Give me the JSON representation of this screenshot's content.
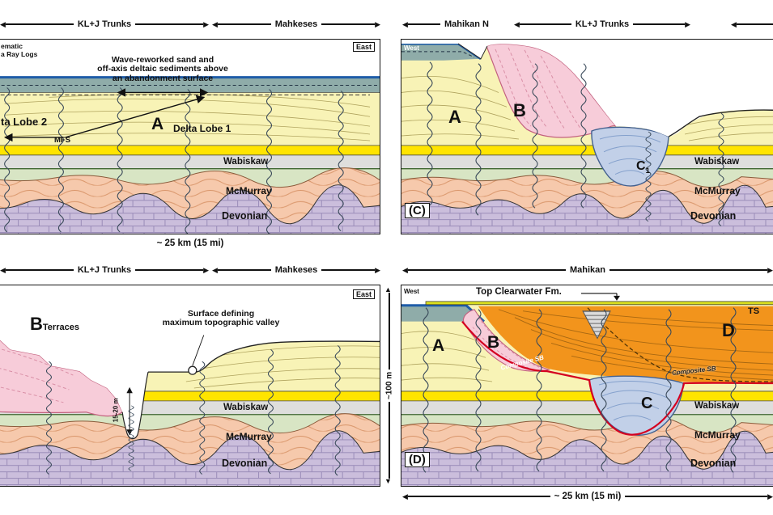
{
  "shared": {
    "east": "East",
    "west": "West",
    "scale_km": "~ 25 km (15 mi)",
    "kl_j_trunks": "KL+J Trunks",
    "mahkeses": "Mahkeses"
  },
  "layers": {
    "wabiskaw": "Wabiskaw",
    "mcmurray": "McMurray",
    "devonian": "Devonian"
  },
  "panel_a": {
    "gamma_line1": "ematic",
    "gamma_line2": "a Ray Logs",
    "wave_note": "Wave-reworked sand and\noff-axis deltaic sediments above\nan abandonment surface",
    "delta_lobe2": "ta Lobe 2",
    "unit_a": "A",
    "delta_lobe1": "Delta Lobe 1",
    "mfs": "MFS"
  },
  "panel_c": {
    "mahikan_n": "Mahikan N",
    "unit_a": "A",
    "unit_b": "B",
    "unit_c": "C",
    "unit_c_sub": "1",
    "tag": "(C)"
  },
  "panel_b": {
    "unit_b": "B",
    "terraces": "Terraces",
    "valley_note": "Surface defining\nmaximum topographic valley",
    "depth_label": "15-20 m"
  },
  "panel_d": {
    "mahikan": "Mahikan",
    "top_clearwater": "Top Clearwater Fm.",
    "ts_label": "TS",
    "unit_a": "A",
    "unit_b": "B",
    "unit_c": "C",
    "unit_d": "D",
    "composite_sb_left": "Composite SB",
    "composite_sb_right": "Composite SB",
    "tag": "(D)",
    "vertical_scale": "~100 m"
  },
  "colors": {
    "delta_yellow": "#F8F3B6",
    "bright_yellow": "#FFE400",
    "wabiskaw_gray": "#DEDEDC",
    "green_band": "#D8E5C4",
    "mcmurray_salmon": "#F6C9AC",
    "devonian_purple": "#CBBEDC",
    "channel_pink": "#F7CCD9",
    "channel_blue": "#C2D0E8",
    "unit_d_orange": "#F2941C",
    "teal_band": "#8FACA9",
    "water_blue": "#1E5CA8",
    "composite_sb_red": "#D40020",
    "ts_green": "#D7DC1F"
  }
}
